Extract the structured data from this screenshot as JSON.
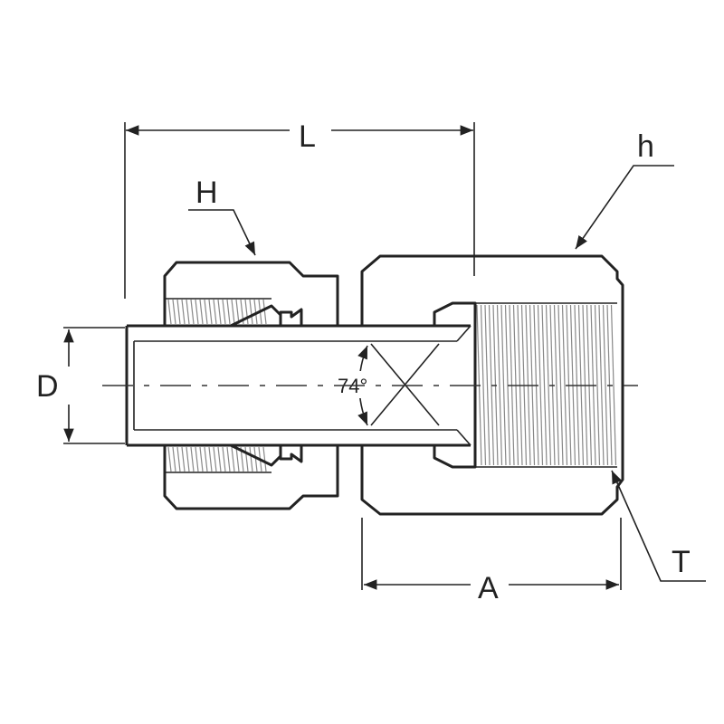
{
  "labels": {
    "L": "L",
    "h": "h",
    "H": "H",
    "D": "D",
    "angle": "74°",
    "T": "T",
    "A": "A"
  },
  "colors": {
    "line": "#222222",
    "thread": "#888888",
    "background": "#ffffff"
  }
}
